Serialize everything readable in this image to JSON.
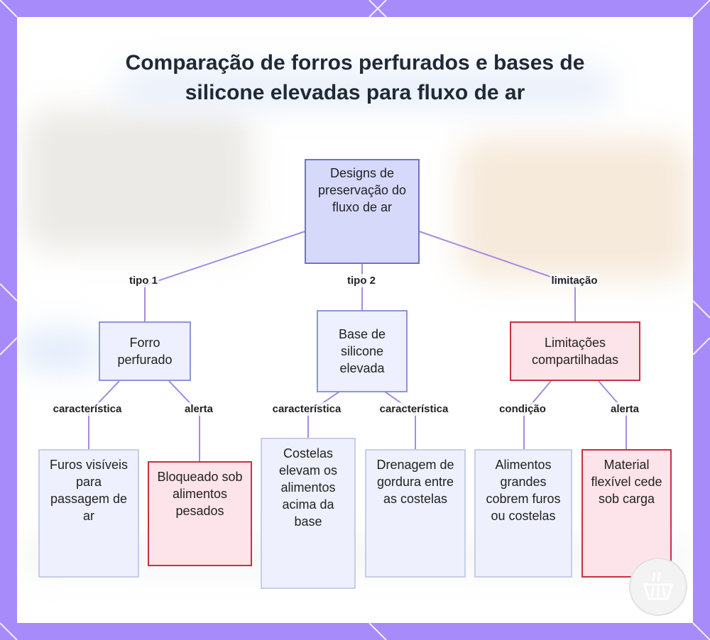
{
  "title": "Comparação de forros perfurados e bases de silicone elevadas para fluxo de ar",
  "colors": {
    "frame": "#a78bfa",
    "line": "#a78bdf",
    "root_fill": "#d7d9fb",
    "alert_border": "#c9303f",
    "alert_fill": "#fde4ea"
  },
  "nodes": {
    "root": "Designs de preservação do fluxo de ar",
    "perforated": "Forro perfurado",
    "silicone": "Base de silicone elevada",
    "limits": "Limitações compartilhadas",
    "holes": "Furos visíveis para passagem de ar",
    "blocked": "Bloqueado sob alimentos pesados",
    "ribs": "Costelas elevam os alimentos acima da base",
    "drainage": "Drenagem de gordura entre as costelas",
    "cover": "Alimentos grandes cobrem furos ou costelas",
    "flex": "Material flexível cede sob carga"
  },
  "edges": {
    "type1": "tipo 1",
    "type2": "tipo 2",
    "limitation": "limitação",
    "feat1": "característica",
    "alert1": "alerta",
    "feat2": "característica",
    "feat3": "característica",
    "condition": "condição",
    "alert2": "alerta"
  },
  "watermark_icon": "basket-logo-icon"
}
